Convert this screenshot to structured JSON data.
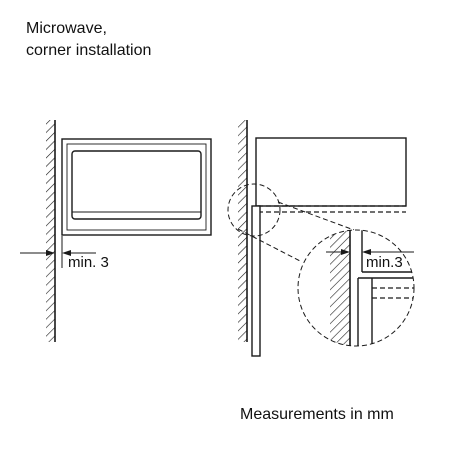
{
  "title": {
    "line1": "Microwave,",
    "line2": "corner installation"
  },
  "labels": {
    "left_clearance": "min. 3",
    "right_clearance": "min.3"
  },
  "footer": {
    "measurements_note": "Measurements in mm"
  },
  "colors": {
    "stroke": "#1a1a1a",
    "background": "#ffffff"
  }
}
